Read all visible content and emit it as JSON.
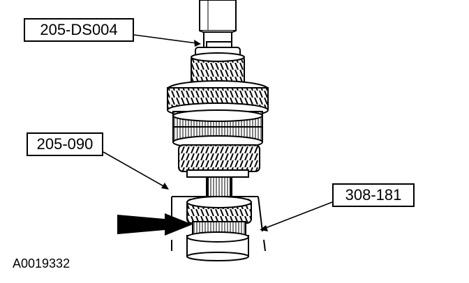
{
  "figure": {
    "callouts": [
      {
        "id": "lbl-1",
        "text": "205-DS004"
      },
      {
        "id": "lbl-2",
        "text": "205-090"
      },
      {
        "id": "lbl-3",
        "text": "308-181"
      }
    ],
    "figure_id": "A0019332"
  },
  "colors": {
    "ink": "#000000",
    "paper": "#ffffff"
  }
}
